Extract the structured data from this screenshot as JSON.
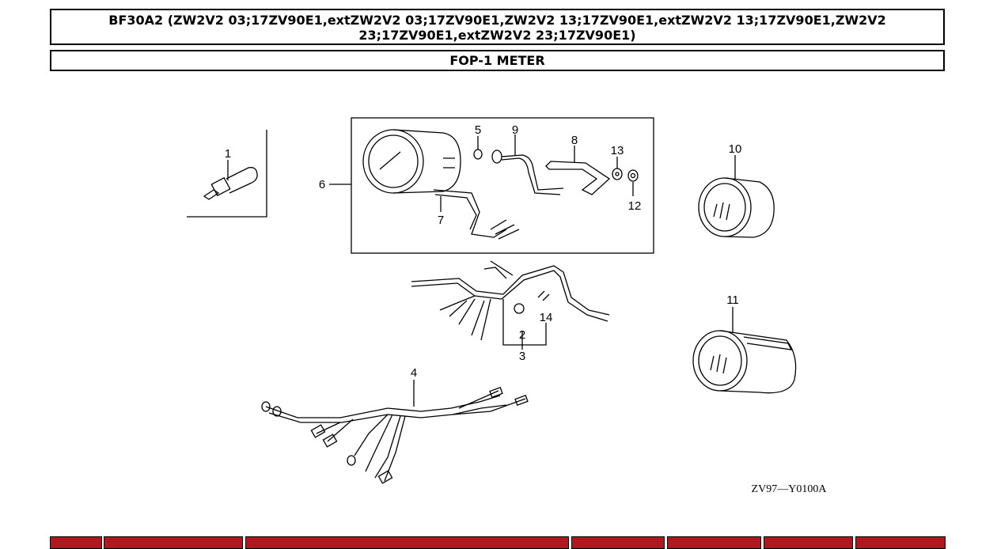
{
  "header": {
    "title": "BF30A2 (ZW2V2 03;17ZV90E1,extZW2V2 03;17ZV90E1,ZW2V2 13;17ZV90E1,extZW2V2 13;17ZV90E1,ZW2V2 23;17ZV90E1,extZW2V2 23;17ZV90E1)",
    "section": "FOP-1 METER"
  },
  "diagram": {
    "callouts": [
      "1",
      "2",
      "3",
      "4",
      "5",
      "6",
      "7",
      "8",
      "9",
      "10",
      "11",
      "12",
      "13",
      "14"
    ],
    "reference_code": "ZV97—Y0100A"
  },
  "table": {
    "header_color": "#b0171f"
  }
}
